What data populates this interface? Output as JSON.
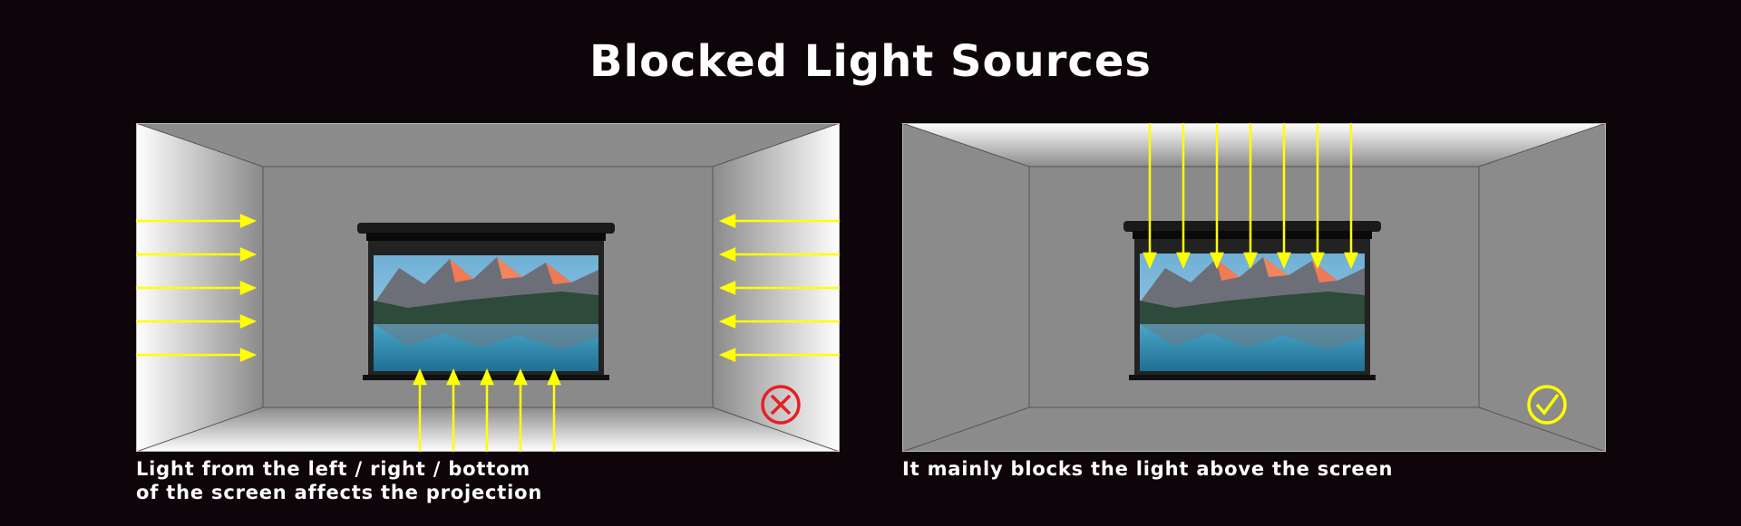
{
  "title": "Blocked Light Sources",
  "panels": [
    {
      "caption_lines": [
        "Light from the left / right / bottom",
        "of the screen affects the projection"
      ],
      "status": "incorrect",
      "status_color": "#e81e25",
      "arrow_color": "#ffff00",
      "icon": "x-circle-icon"
    },
    {
      "caption_lines": [
        "It mainly blocks the light above the screen"
      ],
      "status": "correct",
      "status_color": "#ffff00",
      "arrow_color": "#ffff00",
      "icon": "check-circle-icon"
    }
  ]
}
